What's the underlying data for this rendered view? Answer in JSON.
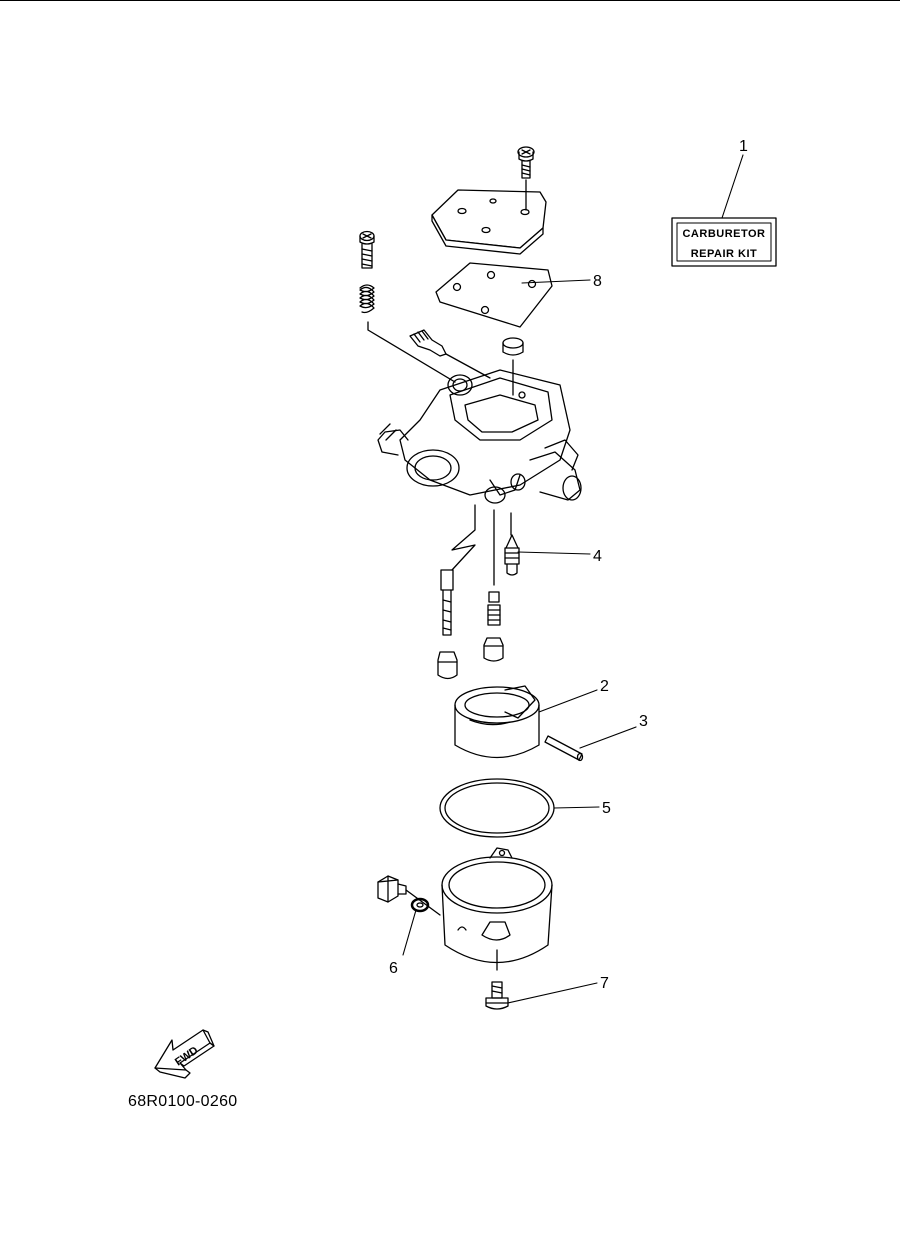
{
  "parts": [
    {
      "id": "label-1",
      "callout": "1"
    },
    {
      "id": "label-2",
      "callout": "2"
    },
    {
      "id": "label-3",
      "callout": "3"
    },
    {
      "id": "label-4",
      "callout": "4"
    },
    {
      "id": "label-5",
      "callout": "5"
    },
    {
      "id": "label-6",
      "callout": "6"
    },
    {
      "id": "label-7",
      "callout": "7"
    },
    {
      "id": "label-8",
      "callout": "8"
    }
  ],
  "repair_kit": {
    "line1": "CARBURETOR",
    "line2": "REPAIR KIT"
  },
  "fwd_arrow": {
    "label": "FWD"
  },
  "diagram_code": "68R0100-0260"
}
